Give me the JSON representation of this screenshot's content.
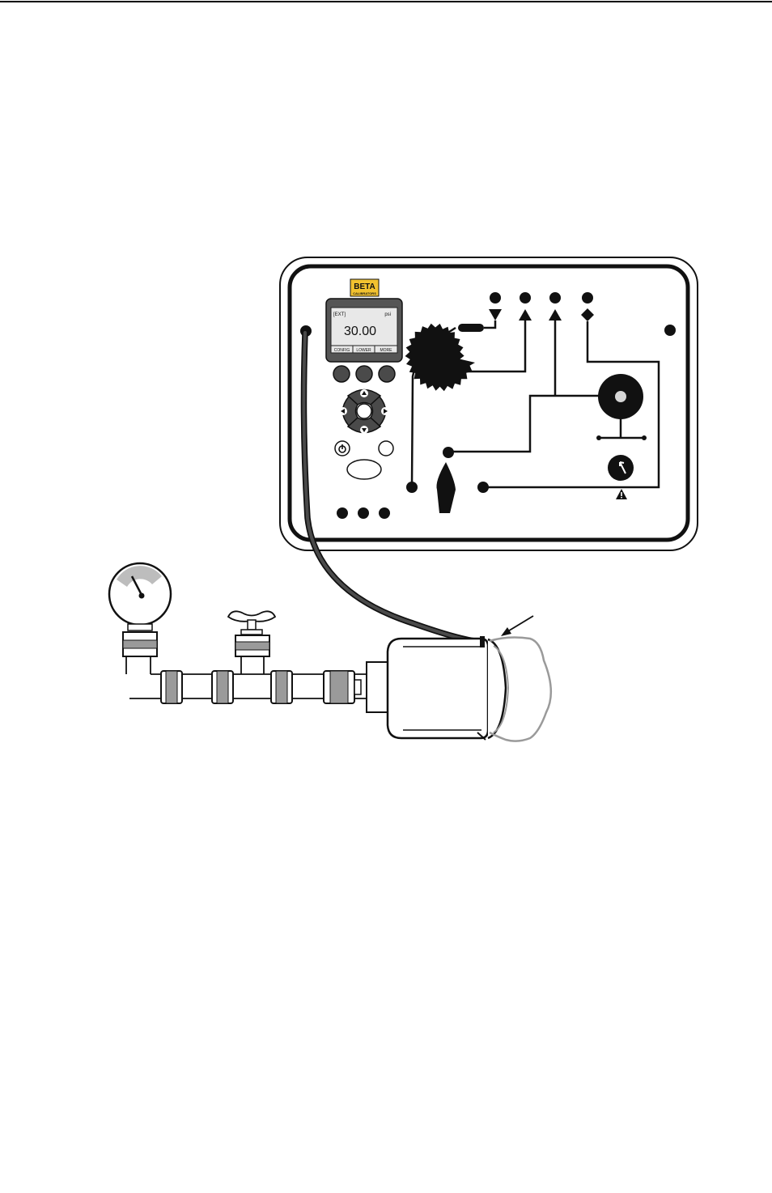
{
  "logo": {
    "brand": "BETA",
    "sub": "CALIBRATORS"
  },
  "display": {
    "mode": "[EXT]",
    "unit": "psi",
    "reading": "30.00",
    "softkeys": [
      "CONFIG",
      "LOWER",
      "MORE"
    ]
  },
  "icons": {
    "power": "power-icon",
    "up": "arrow-up-icon",
    "down": "arrow-down-icon",
    "left": "arrow-left-icon",
    "right": "arrow-right-icon",
    "warning": "warning-triangle-icon"
  },
  "colors": {
    "panel_stroke": "#111111",
    "key_fill": "#4a4a4a",
    "hose": "#333333",
    "collar": "#9a9a9a",
    "gauge_arc": "#bdbdbd",
    "lcd_bg": "#e8e8e8"
  }
}
